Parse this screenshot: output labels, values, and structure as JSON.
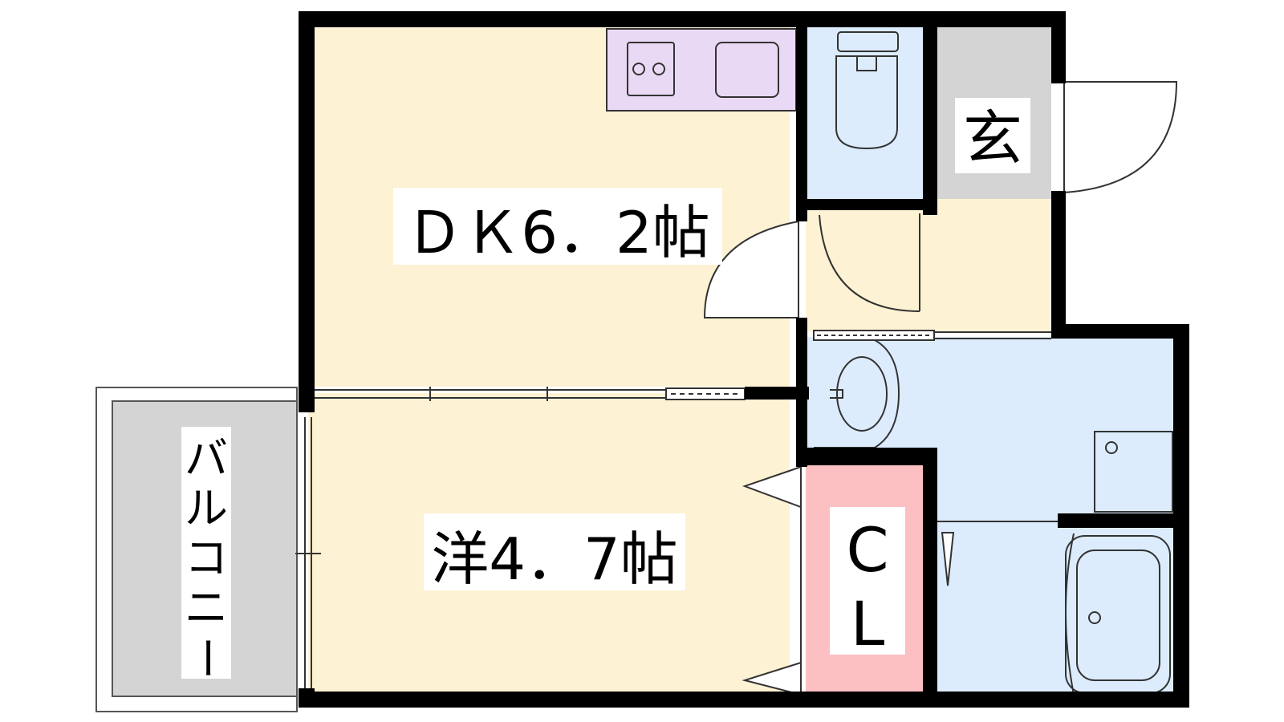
{
  "floor_plan": {
    "rooms": {
      "dining_kitchen": {
        "label": "ＤＫ6．2帖",
        "color": "#fdf2d3"
      },
      "western_room": {
        "label": "洋4．7帖",
        "color": "#fdf2d3"
      },
      "entrance": {
        "label": "玄",
        "color": "#d4d4d4"
      },
      "closet": {
        "label_line1": "C",
        "label_line2": "L",
        "color": "#fcbfc2"
      },
      "balcony": {
        "label_chars": [
          "バ",
          "ル",
          "コ",
          "ニ",
          "ー"
        ],
        "color": "#d4d4d4"
      },
      "toilet": {
        "color": "#dcecfc"
      },
      "washroom": {
        "color": "#dcecfc"
      },
      "bathroom": {
        "color": "#dcecfc"
      },
      "kitchen_counter": {
        "color": "#ead9f4"
      }
    },
    "wall_color": "#000000",
    "hall_color": "#fdf2d3"
  }
}
